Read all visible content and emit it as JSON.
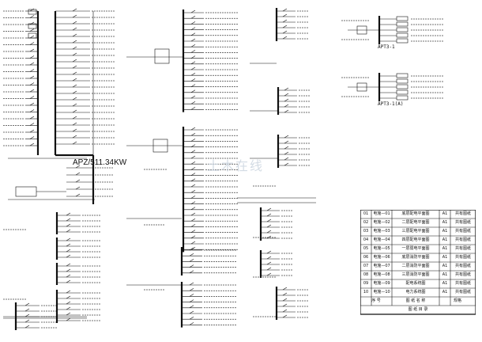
{
  "sheet_title": "APZ/511.34KW",
  "panel_labels": {
    "apt1": "APT3-1",
    "apt2": "APT3-1(A)"
  },
  "table": {
    "caption": "图 纸 目 录",
    "col_headers": [
      "序 号",
      "图 纸 名 称",
      "规格"
    ],
    "rows": [
      {
        "no": "01",
        "code": "电施—01",
        "name": "底层配电平面图",
        "size": "A1",
        "note": "共有图纸"
      },
      {
        "no": "02",
        "code": "电施—02",
        "name": "二层配电平面图",
        "size": "A1",
        "note": "共有图纸"
      },
      {
        "no": "03",
        "code": "电施—03",
        "name": "三层配电平面图",
        "size": "A1",
        "note": "共有图纸"
      },
      {
        "no": "04",
        "code": "电施—04",
        "name": "四层配电平面图",
        "size": "A1",
        "note": "共有图纸"
      },
      {
        "no": "05",
        "code": "电施—05",
        "name": "一层弱电平面图",
        "size": "A1",
        "note": "共有图纸"
      },
      {
        "no": "06",
        "code": "电施—06",
        "name": "底层消防平面图",
        "size": "A1",
        "note": "共有图纸"
      },
      {
        "no": "07",
        "code": "电施—07",
        "name": "二层消防平面图",
        "size": "A1",
        "note": "共有图纸"
      },
      {
        "no": "08",
        "code": "电施—08",
        "name": "三层消防平面图",
        "size": "A1",
        "note": "共有图纸"
      },
      {
        "no": "09",
        "code": "电施—09",
        "name": "配电系统图",
        "size": "A1",
        "note": "共有图纸"
      },
      {
        "no": "10",
        "code": "电施—10",
        "name": "电力系统图",
        "size": "A1",
        "note": "共有图纸"
      }
    ]
  },
  "watermark": "土木在线"
}
